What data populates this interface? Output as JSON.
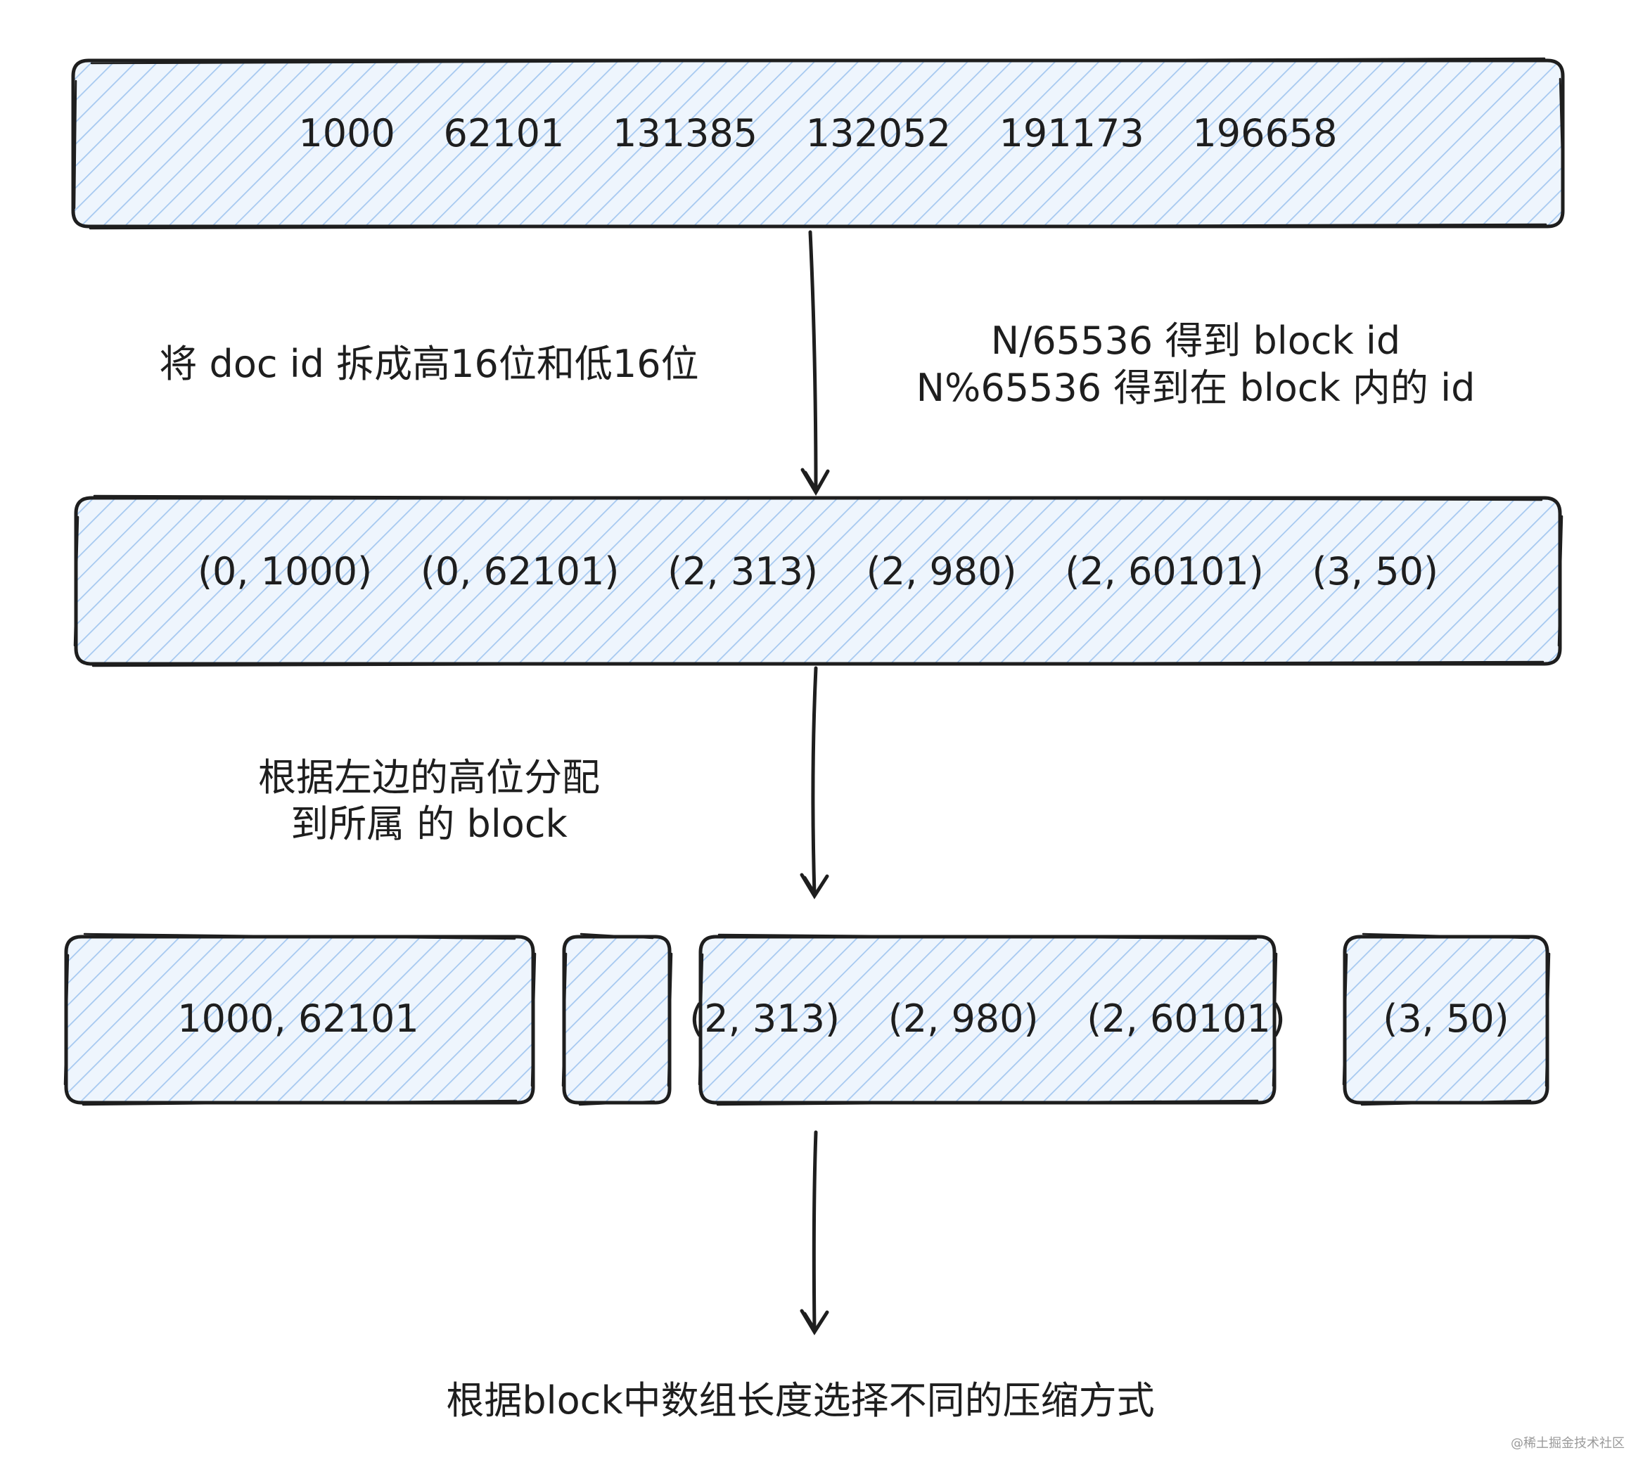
{
  "colors": {
    "stroke": "#1e1e1e",
    "hatch": "#a5c8f0",
    "box_fill": "#eef5fd",
    "watermark": "#9a9a9a"
  },
  "boxes": {
    "doc_ids": "1000    62101    131385    132052    191173    196658",
    "split_pairs": "(0, 1000)    (0, 62101)    (2, 313)    (2, 980)    (2, 60101)    (3, 50)",
    "block0": "1000, 62101",
    "block1": "",
    "block2": "(2, 313)    (2, 980)    (2, 60101)",
    "block3": "(3, 50)"
  },
  "labels": {
    "split_left": "将 doc id 拆成高16位和低16位",
    "split_right_line1": "N/65536 得到 block id",
    "split_right_line2": "N%65536 得到在 block 内的 id",
    "assign_line1": "根据左边的高位分配",
    "assign_line2": "到所属 的 block",
    "compress": "根据block中数组长度选择不同的压缩方式"
  },
  "watermark": "@稀土掘金技术社区"
}
